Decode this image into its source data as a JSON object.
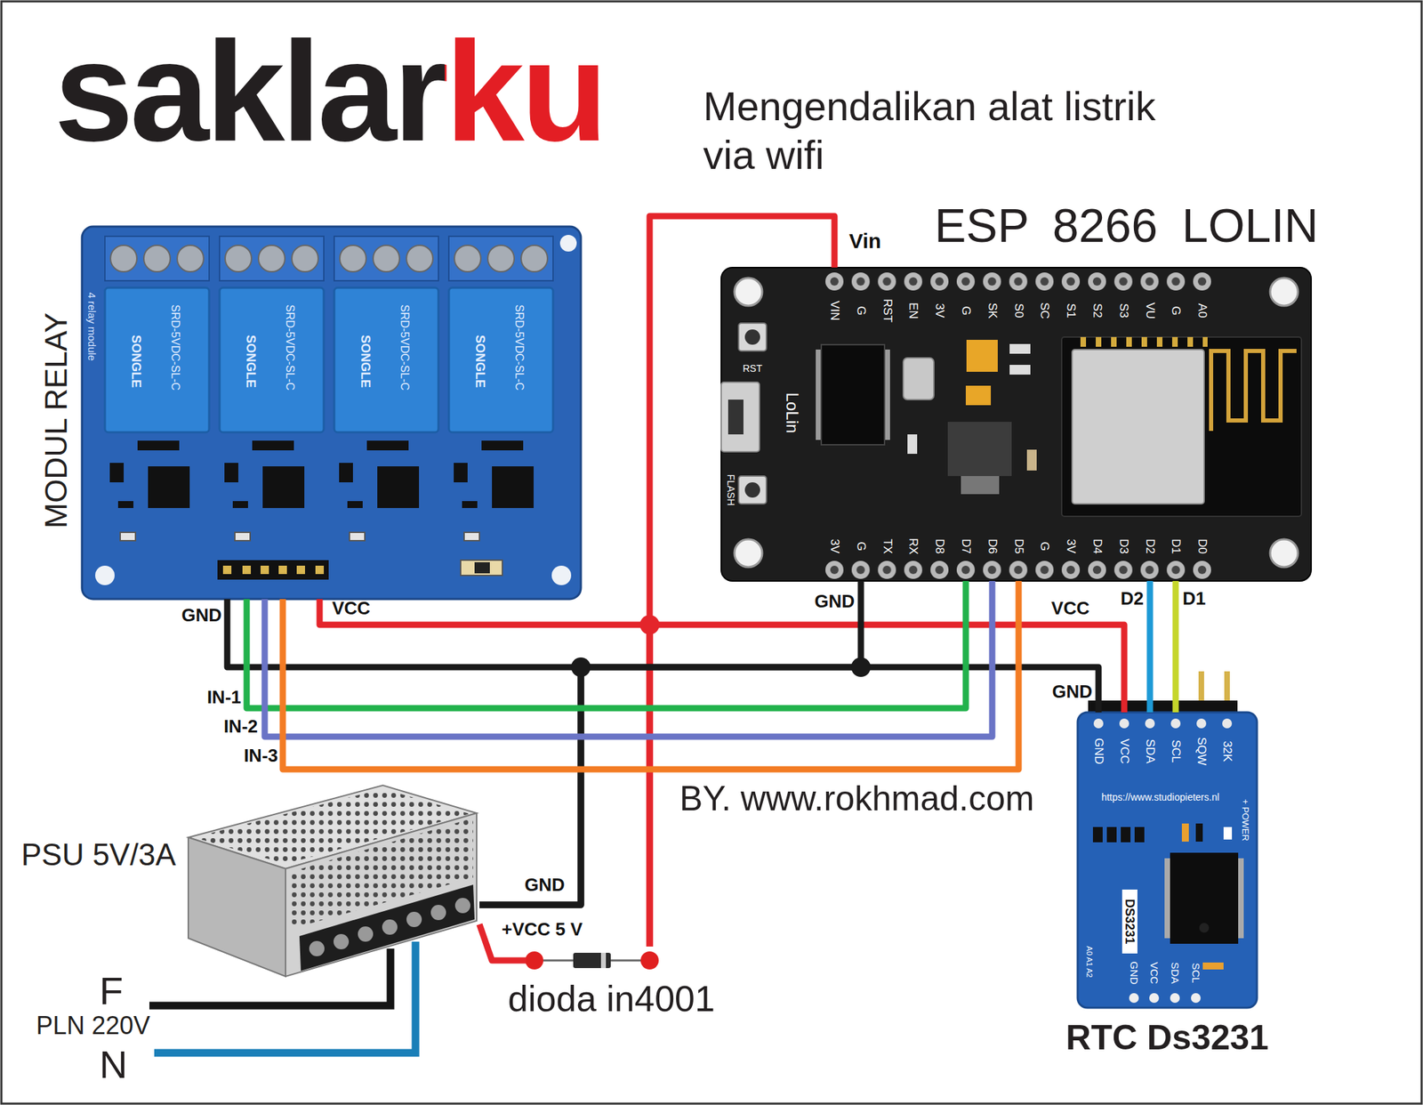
{
  "diagram": {
    "title": "saklarku",
    "nodes": [
      {
        "text": [
          "MODUL RELAY"
        ]
      },
      {
        "text": [
          "ESP 8266 LOLIN"
        ]
      },
      {
        "text": [
          "RTC Ds3231"
        ]
      },
      {
        "text": [
          "PSU 5V/3A"
        ]
      },
      {
        "text": [
          "dioda in4001"
        ]
      }
    ],
    "edges": [
      {
        "from": 3,
        "to": 4,
        "arrow": "none"
      },
      {
        "from": 4,
        "to": 1,
        "arrow": "none"
      },
      {
        "from": 4,
        "to": 0,
        "arrow": "none"
      },
      {
        "from": 4,
        "to": 2,
        "arrow": "none"
      },
      {
        "from": 3,
        "to": 0,
        "arrow": "none"
      },
      {
        "from": 3,
        "to": 1,
        "arrow": "none"
      },
      {
        "from": 3,
        "to": 2,
        "arrow": "none"
      },
      {
        "from": 1,
        "to": 0,
        "arrow": "none"
      },
      {
        "from": 1,
        "to": 0,
        "arrow": "none"
      },
      {
        "from": 1,
        "to": 0,
        "arrow": "none"
      },
      {
        "from": 1,
        "to": 2,
        "arrow": "none"
      },
      {
        "from": 1,
        "to": 2,
        "arrow": "none"
      }
    ],
    "labels": [
      "Mengendalikan alat listrik via wifi",
      "Vin",
      "GND",
      "VCC",
      "IN-1",
      "IN-2",
      "IN-3",
      "GND",
      "VCC",
      "D2",
      "D1",
      "GND",
      "GND",
      "+VCC 5 V",
      "BY. www.rokhmad.com",
      "F",
      "PLN 220V",
      "N",
      "VIN",
      "G",
      "RST",
      "EN",
      "3V",
      "G",
      "SK",
      "S0",
      "SC",
      "S1",
      "S2",
      "S3",
      "VU",
      "G",
      "A0",
      "3V",
      "G",
      "TX",
      "RX",
      "D8",
      "D7",
      "D6",
      "D5",
      "G",
      "3V",
      "D4",
      "D3",
      "D2",
      "D1",
      "D0",
      "RST",
      "LoLin",
      "FLASH",
      "SRD-5VDC-SL-C",
      "SONGLE",
      "SRD-5VDC-SL-C",
      "SONGLE",
      "SRD-5VDC-SL-C",
      "SONGLE",
      "SRD-5VDC-SL-C",
      "SONGLE",
      "4 relay module",
      "GND",
      "VCC",
      "SDA",
      "SCL",
      "SQW",
      "32K",
      "https://www.studiopieters.nl",
      "+ POWER",
      "DS3231",
      "A0 A1 A2",
      "GND",
      "VCC",
      "SDA",
      "SCL"
    ]
  }
}
